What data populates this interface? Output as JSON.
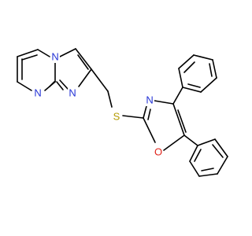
{
  "colors": {
    "carbon_bond": "#000000",
    "nitrogen": "#2433d6",
    "oxygen": "#e0241b",
    "sulfur": "#b39a00",
    "background": "#ffffff"
  },
  "atoms": [
    {
      "id": "N1",
      "label": "N",
      "element": "nitrogen"
    },
    {
      "id": "N2",
      "label": "N",
      "element": "nitrogen"
    },
    {
      "id": "N3",
      "label": "N",
      "element": "nitrogen"
    },
    {
      "id": "N4",
      "label": "N",
      "element": "nitrogen"
    },
    {
      "id": "S1",
      "label": "S",
      "element": "sulfur"
    },
    {
      "id": "O1",
      "label": "O",
      "element": "oxygen"
    }
  ]
}
